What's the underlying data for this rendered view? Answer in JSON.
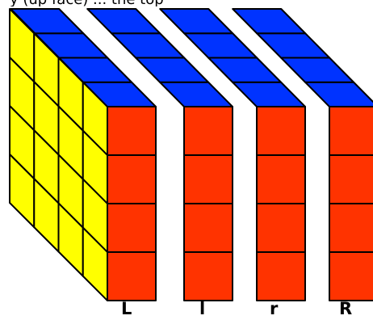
{
  "header_text": "y (up face) ... the top",
  "colors": {
    "left_face": "#ffff00",
    "top_face": "#0033ff",
    "front_face": "#ff3300",
    "grid_lines": "#000000",
    "background": "#ffffff"
  },
  "cube": {
    "size": 4,
    "faces": [
      "left-face-yellow",
      "top-face-blue",
      "front-face-red"
    ]
  },
  "slices": [
    {
      "id": "slice-L",
      "label": "L"
    },
    {
      "id": "slice-l",
      "label": "l"
    },
    {
      "id": "slice-r",
      "label": "r"
    },
    {
      "id": "slice-R",
      "label": "R"
    }
  ]
}
